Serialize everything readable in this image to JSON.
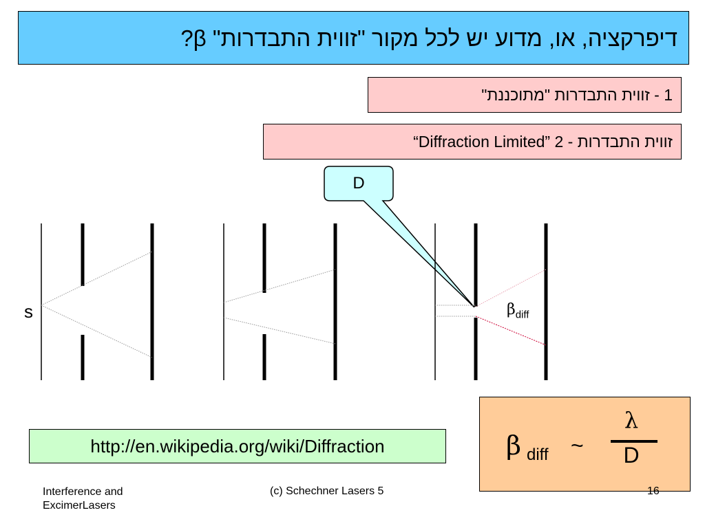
{
  "title": "דיפרקציה, או, מדוע יש לכל מקור \"זווית התבדרות\" β?",
  "items": [
    {
      "text": "1 - זווית התבדרות \"מתוכננת\""
    },
    {
      "text": "“Diffraction Limited” 2 - זווית התבדרות"
    }
  ],
  "callout": {
    "label": "D"
  },
  "diagram": {
    "source_label": "s",
    "beta_symbol": "β",
    "beta_sub": "diff"
  },
  "formula": {
    "beta": "β",
    "sub": "diff",
    "tilde": "~",
    "numerator": "λ",
    "denominator": "D"
  },
  "link": {
    "text": "http://en.wikipedia.org/wiki/Diffraction"
  },
  "footer": {
    "left_line1": "Interference and",
    "left_line2": "ExcimerLasers",
    "center": "(c) Schechner  Lasers 5",
    "page": "16"
  },
  "colors": {
    "title_bg": "#66ccff",
    "pink_bg": "#ffcccc",
    "callout_bg": "#ccffff",
    "formula_bg": "#ffcc99",
    "link_bg": "#ccffcc",
    "diffraction_ray": "#cc0033"
  }
}
